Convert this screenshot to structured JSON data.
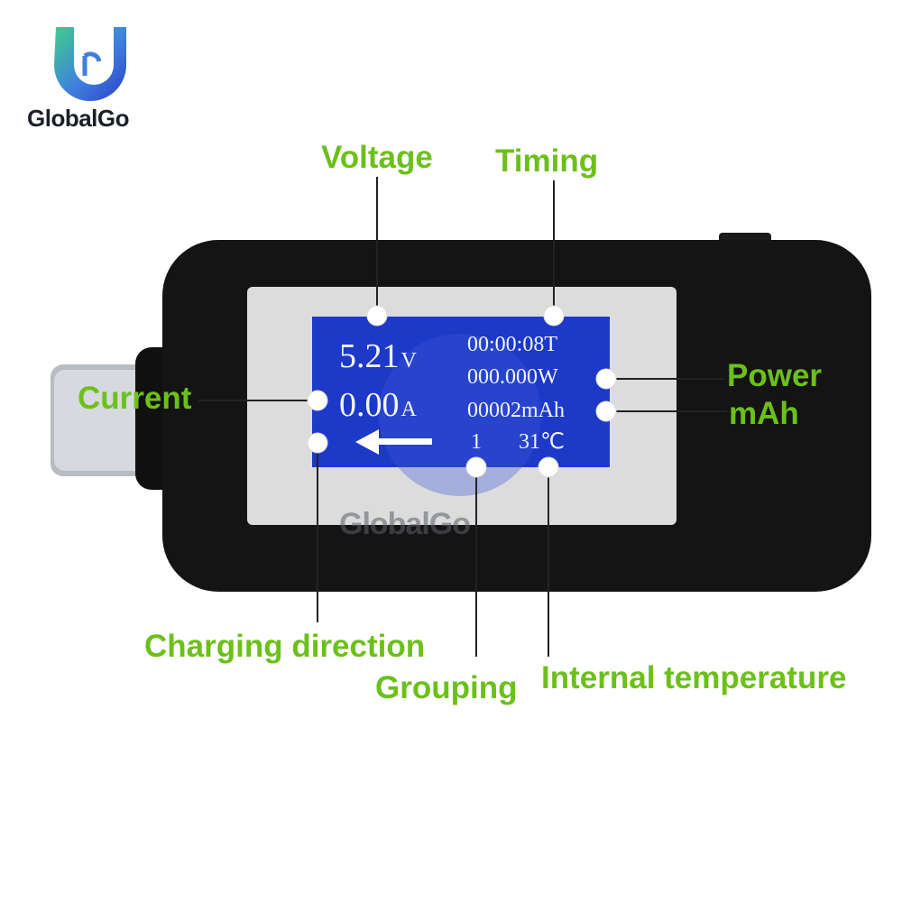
{
  "brand": {
    "name": "GlobalGo",
    "icon": "globalgo-logo-icon",
    "watermark": "GlobalGo"
  },
  "lcd": {
    "voltage_value": "5.21",
    "voltage_unit": "V",
    "current_value": "0.00",
    "current_unit": "A",
    "timing": "00:00:08T",
    "power": "000.000W",
    "mah": "00002mAh",
    "group": "1",
    "temperature": "31℃",
    "direction_icon": "left-arrow-icon"
  },
  "labels": {
    "voltage": "Voltage",
    "timing": "Timing",
    "current": "Current",
    "power": "Power",
    "mah": "mAh",
    "charging_direction": "Charging direction",
    "grouping": "Grouping",
    "internal_temperature": "Internal temperature"
  },
  "colors": {
    "label_green": "#6cc01a",
    "lcd_blue": "#1d39c8",
    "device_body": "#141414",
    "bezel": "#d9d9d9"
  }
}
